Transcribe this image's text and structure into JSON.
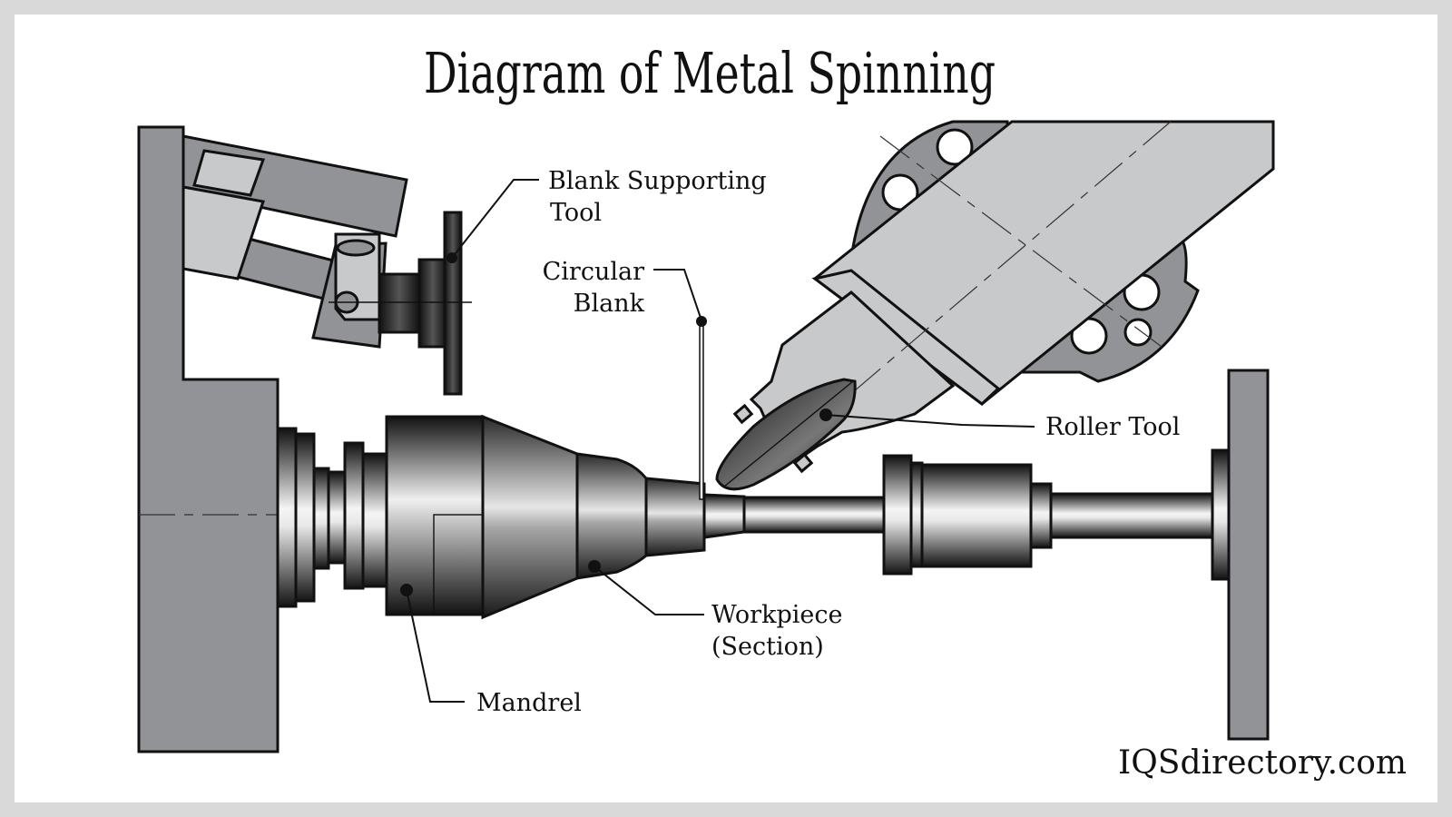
{
  "title": "Diagram of Metal Spinning",
  "labels": {
    "blank_supporting_tool": [
      "Blank Supporting",
      "Tool"
    ],
    "circular_blank": [
      "Circular",
      "Blank"
    ],
    "roller_tool": "Roller Tool",
    "workpiece": [
      "Workpiece",
      "(Section)"
    ],
    "mandrel": "Mandrel"
  },
  "brand": "IQSdirectory.com",
  "colors": {
    "frame": "#d9d9d9",
    "background": "#ffffff",
    "machine_dark_gray": "#929396",
    "machine_light_gray": "#c8c9cb",
    "outline": "#111111"
  }
}
